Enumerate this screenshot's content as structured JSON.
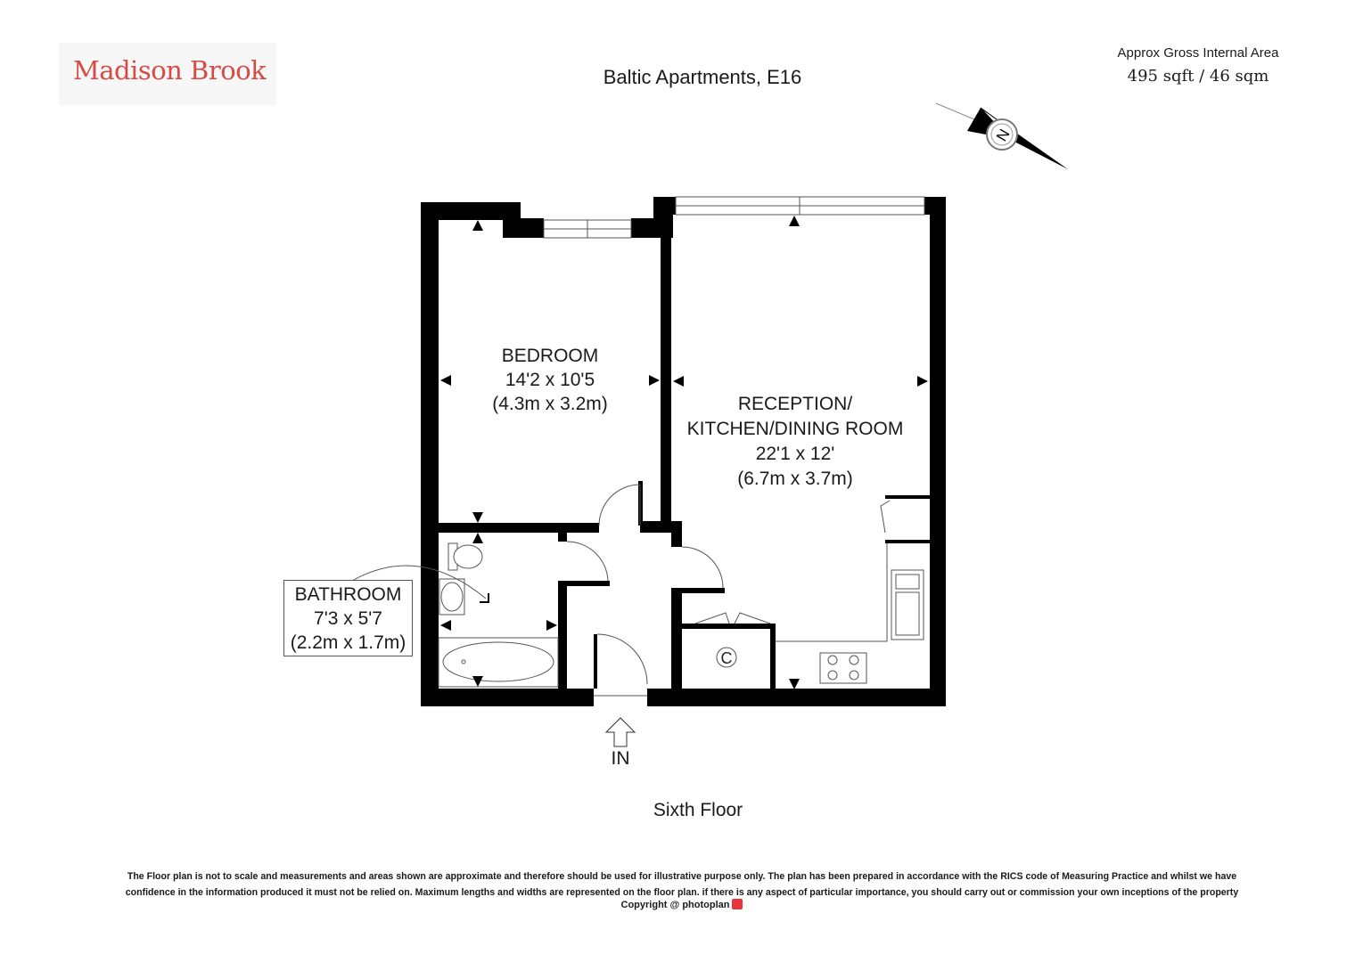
{
  "header": {
    "logo_text": "Madison Brook",
    "title": "Baltic Apartments, E16",
    "area_label": "Approx Gross Internal Area",
    "area_value": "495 sqft / 46 sqm"
  },
  "compass": {
    "label": "N"
  },
  "rooms": {
    "bedroom": {
      "name": "BEDROOM",
      "size_imperial": "14'2 x 10'5",
      "size_metric": "(4.3m x 3.2m)"
    },
    "reception": {
      "name_line1": "RECEPTION/",
      "name_line2": "KITCHEN/DINING ROOM",
      "size_imperial": "22'1 x 12'",
      "size_metric": "(6.7m x 3.7m)"
    },
    "bathroom": {
      "name": "BATHROOM",
      "size_imperial": "7'3 x 5'7",
      "size_metric": "(2.2m x 1.7m)"
    },
    "cupboard": {
      "label": "C"
    }
  },
  "entrance": {
    "label": "IN"
  },
  "floor_label": "Sixth Floor",
  "footer": {
    "disclaimer_line1": "The Floor plan is not to scale and measurements and areas shown are approximate and therefore should be used for illustrative purpose only. The plan has been prepared in accordance with the RICS code of Measuring Practice and whilst we have",
    "disclaimer_line2": "confidence in the information produced it must not be relied on. Maximum  lengths and widths are represented on the floor plan. if there is any aspect of particular importance, you should carry out or commission your own inceptions of the property",
    "copyright": "Copyright @",
    "brand": "photoplan"
  },
  "colors": {
    "logo": "#d84a44",
    "wall": "#000000",
    "fixture": "#555555",
    "badge": "#e8353b"
  }
}
